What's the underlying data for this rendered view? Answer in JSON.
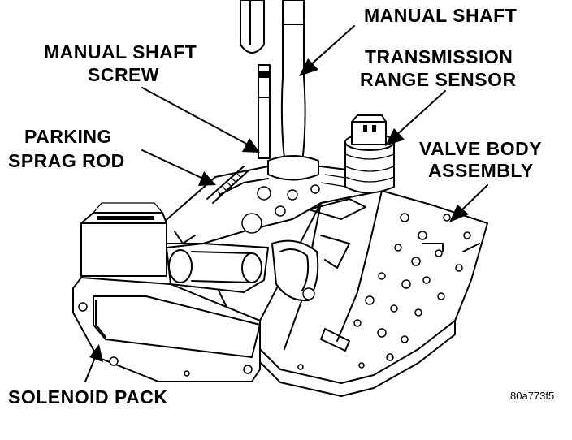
{
  "labels": {
    "manual_shaft": "MANUAL SHAFT",
    "manual_shaft_screw_line1": "MANUAL SHAFT",
    "manual_shaft_screw_line2": "SCREW",
    "trs_line1": "TRANSMISSION",
    "trs_line2": "RANGE SENSOR",
    "parking_line1": "PARKING",
    "parking_line2": "SPRAG ROD",
    "valve_body_line1": "VALVE BODY",
    "valve_body_line2": "ASSEMBLY",
    "solenoid_pack": "SOLENOID PACK"
  },
  "figure_id": "80a773f5"
}
